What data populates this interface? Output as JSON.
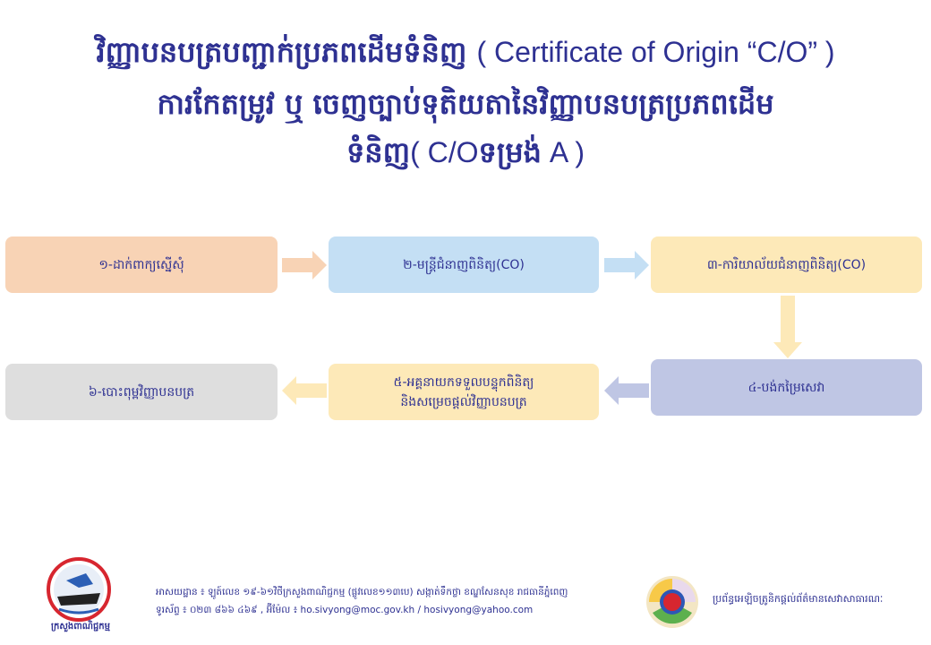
{
  "title": {
    "line1_khmer": "វិញ្ញាបនបត្របញ្ជាក់ប្រភពដើមទំនិញ",
    "line1_latin": "( Certificate of Origin “C/O” )",
    "line2": "ការកែតម្រូវ ឬ ចេញច្បាប់ទុតិយតានៃវិញ្ញាបនបត្រប្រភពដើម",
    "line3_khmer": "ទំនិញ",
    "line3_latin": "( C/O",
    "line3_khmer2": "ទម្រង់",
    "line3_end": " A )"
  },
  "steps": [
    {
      "label": "១-ដាក់ពាក្យស្នើសុំ",
      "color": "#f8d3b5"
    },
    {
      "label": "២-មន្ត្រីជំនាញពិនិត្យ(CO)",
      "color": "#c4dff4"
    },
    {
      "label": "៣-ការិយាល័យជំនាញពិនិត្យ(CO)",
      "color": "#fde9b8"
    },
    {
      "label": "៤-បង់កម្រៃសេវា",
      "color": "#bfc6e4"
    },
    {
      "label": "៥-អគ្គនាយកទទួលបន្ទុកពិនិត្យ",
      "label2": "និងសម្រេចផ្តល់វិញ្ញាបនបត្រ",
      "color": "#fde9b8"
    },
    {
      "label": "៦-បោះពុម្ពវិញ្ញាបនបត្រ",
      "color": "#dedede"
    }
  ],
  "footer": {
    "ministry_logo_text": "ក្រសួងពាណិជ្ជកម្ម",
    "address": "អាសយដ្ឋាន ៖ ឡូត៍លេខ ១៩-៦១វិថីក្រសួងពាណិជ្ជកម្ម (ផ្លូវលេខ១១៣បេ) សង្កាត់ទឹកថ្លា ខណ្ឌសែនសុខ រាជធានីភ្នំពេញ",
    "contact": "ទូរស័ព្ទ ៖ ០២៣ ៨៦៦ ៤៦៩ , អ៊ីម៉ែល ៖ ho.sivyong@moc.gov.kh / hosivyong@yahoo.com",
    "system_label": "ប្រព័ន្ធអេឡិចត្រូនិកផ្តល់ព័ត៌មានសេវាសាធារណៈ"
  }
}
